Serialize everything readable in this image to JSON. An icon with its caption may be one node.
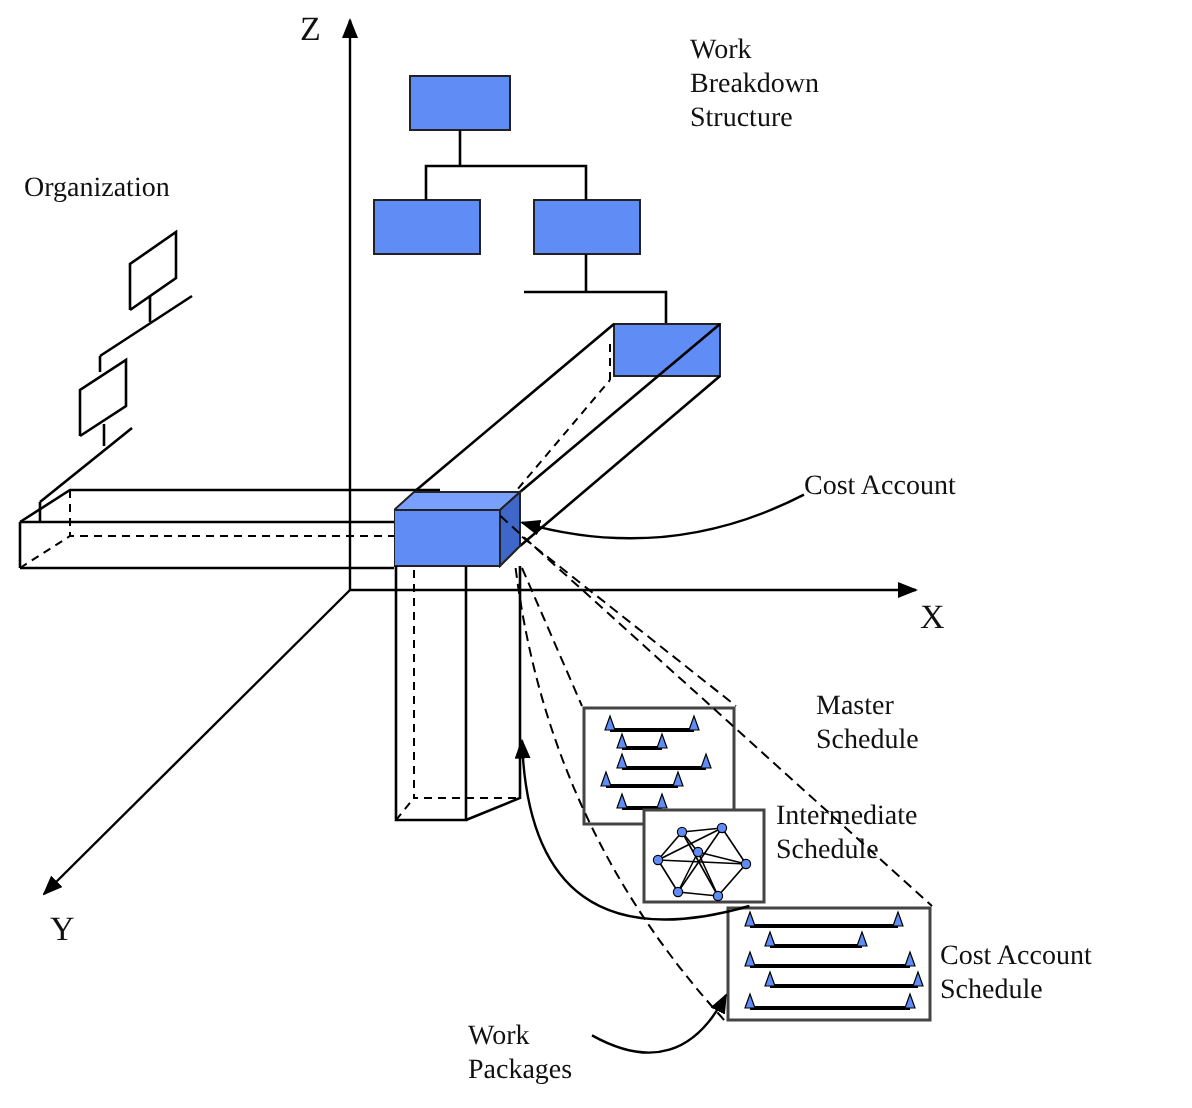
{
  "diagram": {
    "nodes": [
      {
        "text": [
          "Cost Account"
        ]
      },
      {
        "text": [],
        "shape": "box"
      },
      {
        "text": [
          "Work Packages"
        ]
      },
      {
        "text": [],
        "shape": "box"
      },
      {
        "text": [],
        "shape": "box",
        "beside": [
          "Master Schedule"
        ]
      },
      {
        "text": [],
        "shape": "box",
        "beside": [
          "Intermediate Schedule"
        ]
      },
      {
        "text": [],
        "shape": "box",
        "beside": [
          "Cost Account Schedule"
        ]
      }
    ],
    "edges": [
      {
        "from": 0,
        "to": 1,
        "arrow": "to"
      },
      {
        "from": 6,
        "to": 3,
        "arrow": "to"
      },
      {
        "from": 2,
        "to": 6,
        "arrow": "to"
      },
      {
        "from": 1,
        "to": 6,
        "arrow": "none",
        "style": "dashed"
      },
      {
        "from": 1,
        "to": 6,
        "arrow": "none",
        "style": "dashed"
      },
      {
        "from": 1,
        "to": 4,
        "arrow": "none",
        "style": "dashed"
      },
      {
        "from": 1,
        "to": 4,
        "arrow": "none",
        "style": "dashed"
      }
    ],
    "labels": [
      "Z",
      "Work Breakdown Structure",
      "Organization",
      "X",
      "Y"
    ]
  }
}
